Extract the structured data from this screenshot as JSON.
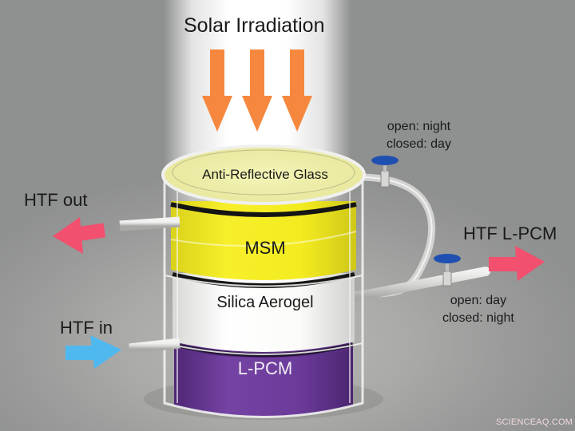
{
  "diagram": {
    "title": "Solar Irradiation",
    "layers": [
      {
        "label": "Anti-Reflective Glass",
        "color": "#f2f2a8"
      },
      {
        "label": "MSM",
        "color": "#f0ea1e"
      },
      {
        "label": "Silica Aerogel",
        "color": "#f4f4f1"
      },
      {
        "label": "L-PCM",
        "color": "#6a3a98"
      }
    ],
    "flows": {
      "htf_out": {
        "label": "HTF out",
        "arrow_color": "#f2506e"
      },
      "htf_in": {
        "label": "HTF in",
        "arrow_color": "#4fb8ef"
      },
      "htf_lpcm": {
        "label": "HTF L-PCM",
        "arrow_color": "#f2506e"
      }
    },
    "valves": {
      "upper": {
        "line1": "open: night",
        "line2": "closed: day",
        "handle_color": "#1f4fb0"
      },
      "lower": {
        "line1": "open: day",
        "line2": "closed: night",
        "handle_color": "#1f4fb0"
      }
    },
    "sun_arrow_color": "#f5883e",
    "sun_arrow_count": 3,
    "watermark": "SCIENCEAQ.COM"
  }
}
